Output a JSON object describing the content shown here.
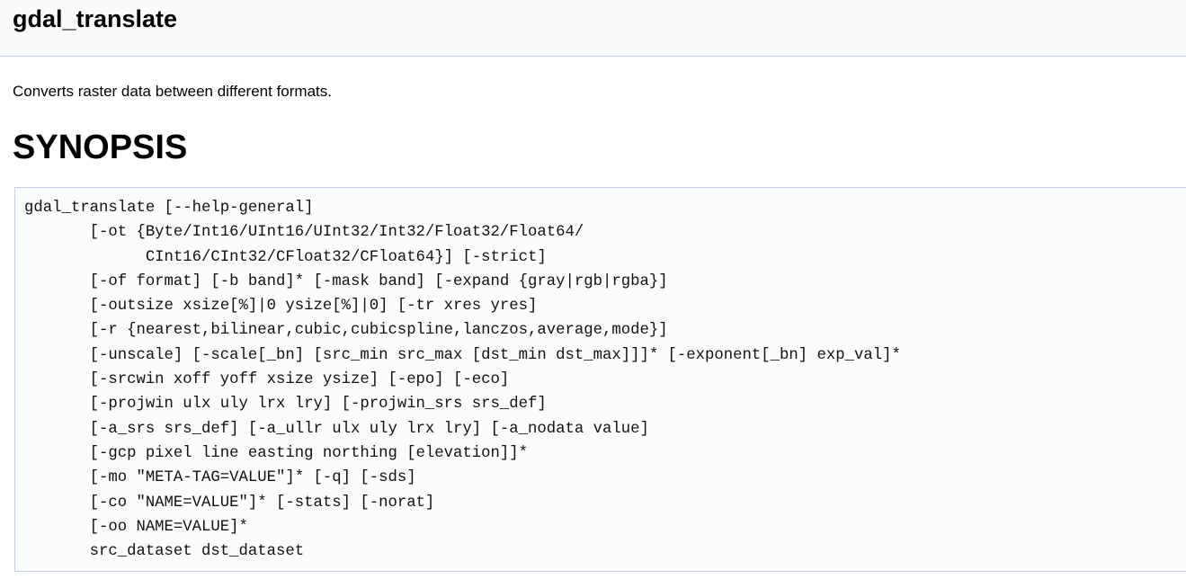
{
  "header": {
    "title": "gdal_translate"
  },
  "brief": "Converts raster data between different formats.",
  "synopsis": {
    "heading": "SYNOPSIS",
    "lines": [
      "gdal_translate [--help-general]",
      "       [-ot {Byte/Int16/UInt16/UInt32/Int32/Float32/Float64/",
      "             CInt16/CInt32/CFloat32/CFloat64}] [-strict]",
      "       [-of format] [-b band]* [-mask band] [-expand {gray|rgb|rgba}]",
      "       [-outsize xsize[%]|0 ysize[%]|0] [-tr xres yres]",
      "       [-r {nearest,bilinear,cubic,cubicspline,lanczos,average,mode}]",
      "       [-unscale] [-scale[_bn] [src_min src_max [dst_min dst_max]]]* [-exponent[_bn] exp_val]*",
      "       [-srcwin xoff yoff xsize ysize] [-epo] [-eco]",
      "       [-projwin ulx uly lrx lry] [-projwin_srs srs_def]",
      "       [-a_srs srs_def] [-a_ullr ulx uly lrx lry] [-a_nodata value]",
      "       [-gcp pixel line easting northing [elevation]]*",
      "       [-mo \"META-TAG=VALUE\"]* [-q] [-sds]",
      "       [-co \"NAME=VALUE\"]* [-stats] [-norat]",
      "       [-oo NAME=VALUE]*",
      "       src_dataset dst_dataset"
    ]
  }
}
